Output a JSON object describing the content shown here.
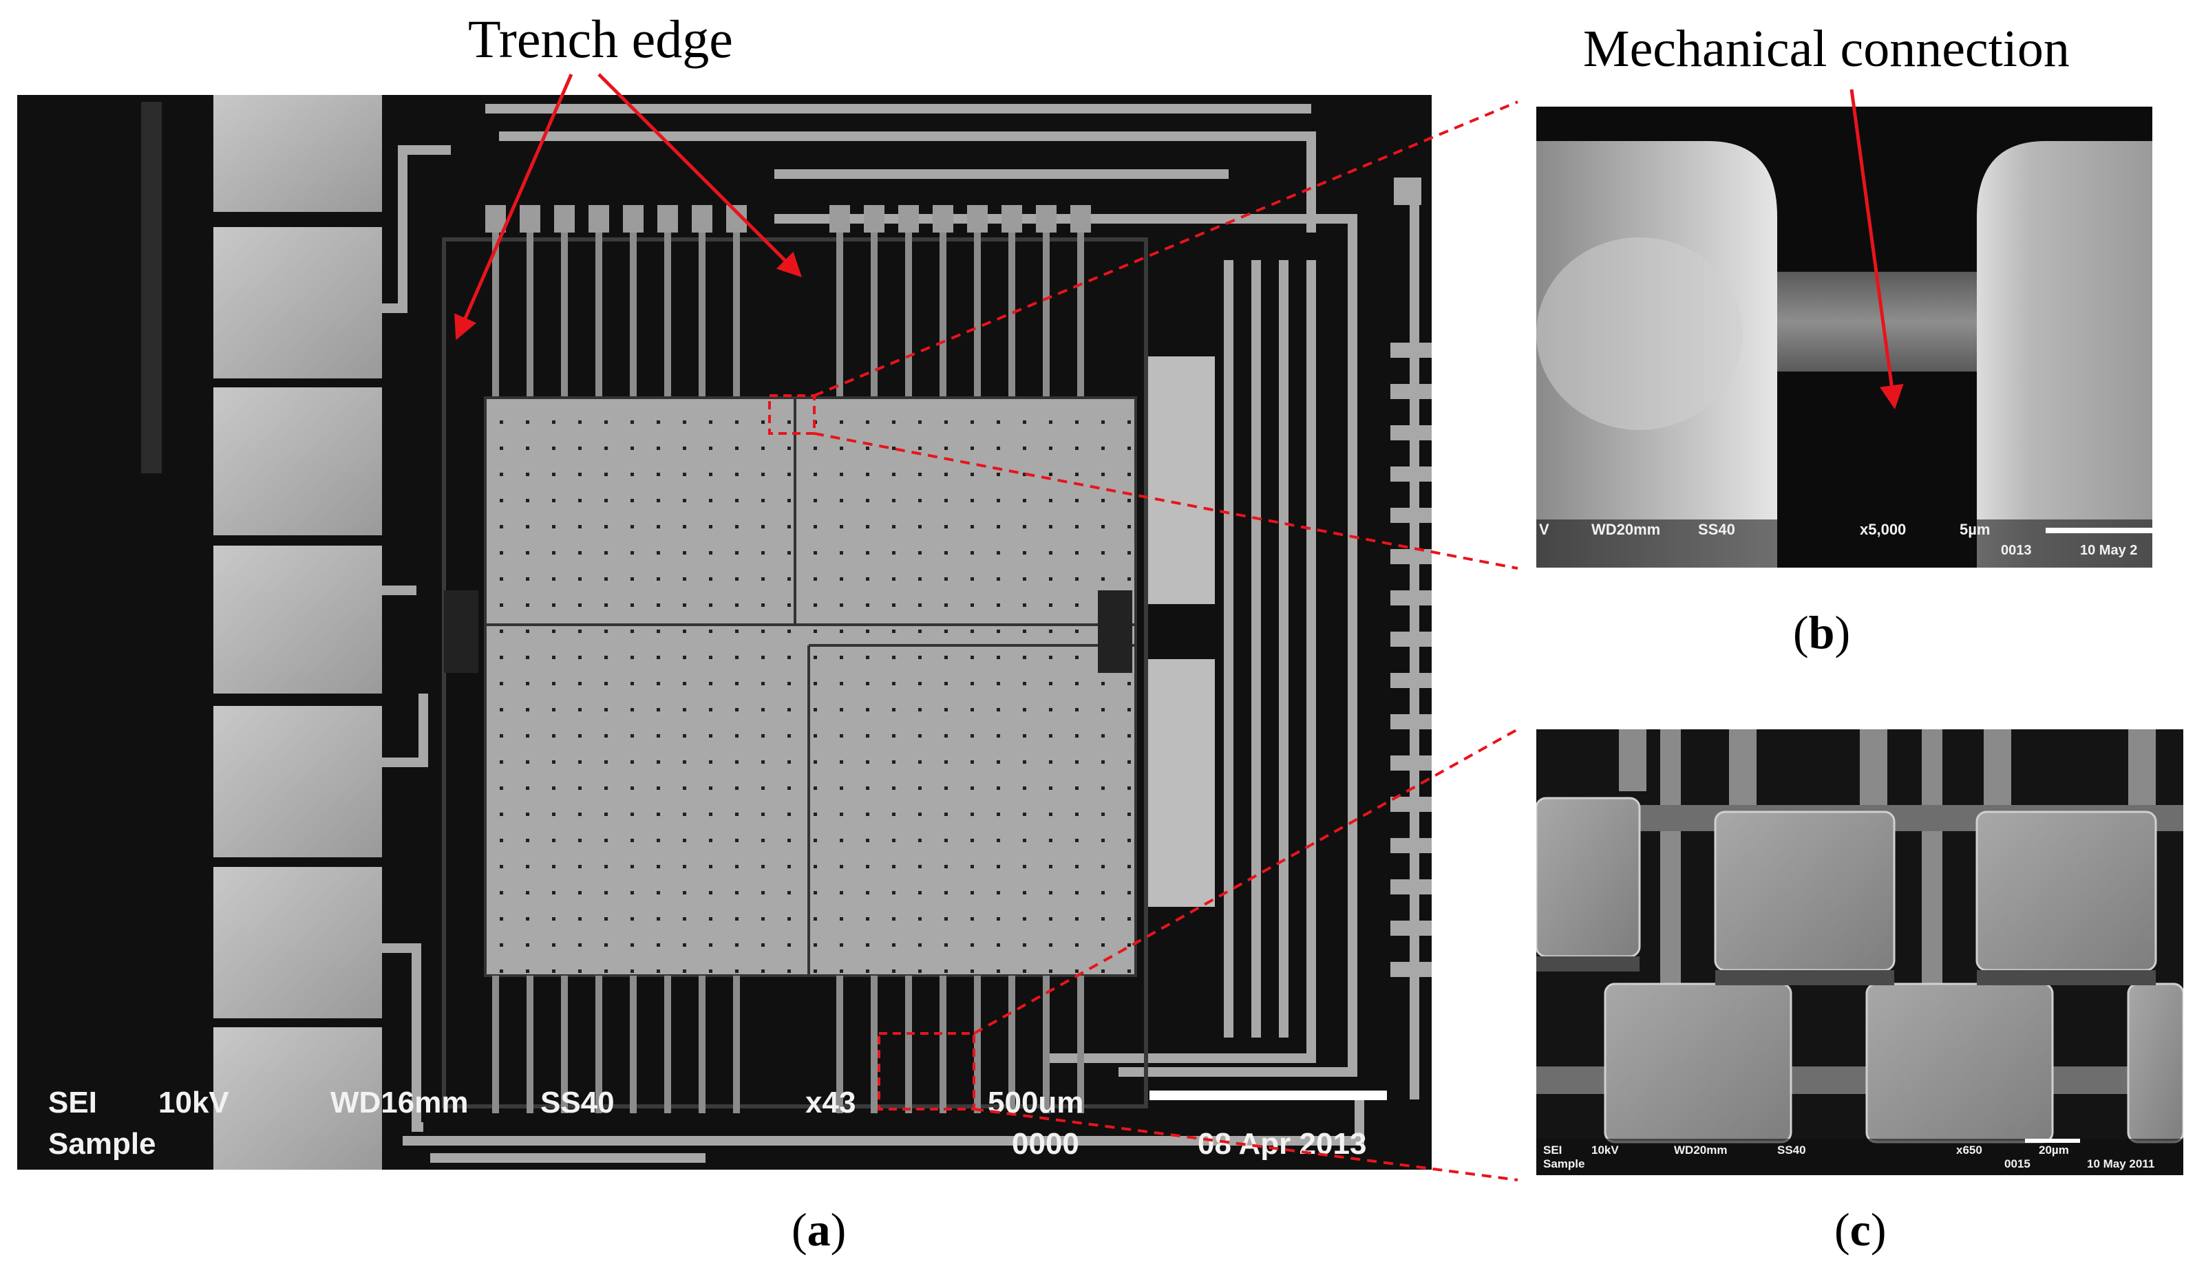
{
  "labels": {
    "trench_edge": "Trench edge",
    "mechanical_connection": "Mechanical connection"
  },
  "captions": {
    "a": "a",
    "b": "b",
    "c": "c"
  },
  "panel_a": {
    "info_row1": [
      "SEI",
      "10kV",
      "WD16mm",
      "SS40",
      "x43",
      "500um"
    ],
    "info_row2": [
      "Sample",
      "0000",
      "08 Apr 2013"
    ]
  },
  "panel_b": {
    "info_row1": [
      "V",
      "WD20mm",
      "SS40",
      "x5,000",
      "5µm"
    ],
    "info_row2": [
      "0013",
      "10 May 2"
    ]
  },
  "panel_c": {
    "info_row1": [
      "SEI",
      "10kV",
      "WD20mm",
      "SS40",
      "x650",
      "20µm"
    ],
    "info_row2": [
      "Sample",
      "0015",
      "10 May 2011"
    ]
  },
  "colors": {
    "arrow": "#e8141c",
    "dashed": "#e8141c",
    "sem_background": "#101010",
    "sem_metal": "#b4b4b4"
  }
}
